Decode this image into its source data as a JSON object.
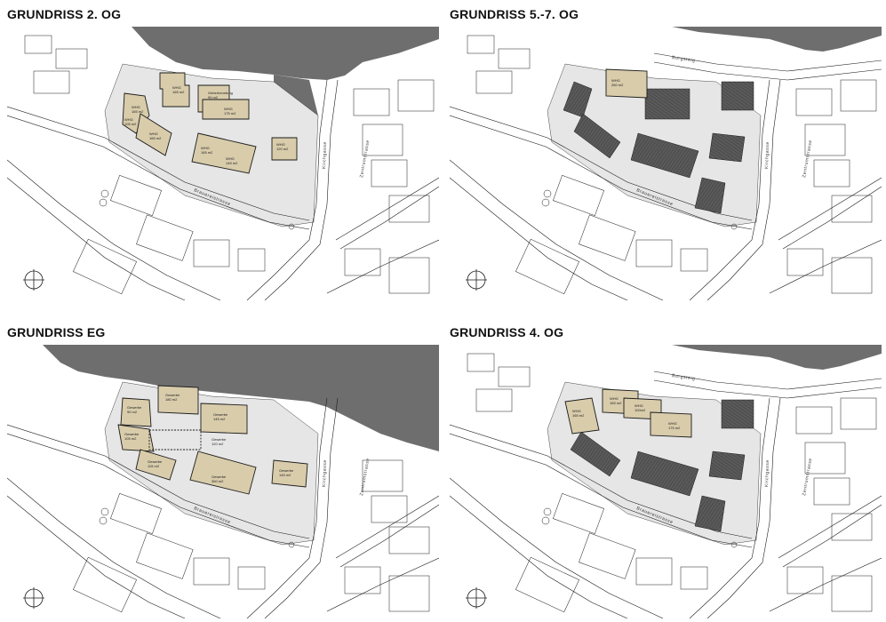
{
  "colors": {
    "terrain_dark": "#6e6e6e",
    "plot_gray": "#e6e6e6",
    "plan_beige": "#d8ccab",
    "roof_dark": "#5a5a5a",
    "line": "#1a1a1a",
    "background": "#ffffff"
  },
  "icons": {
    "north_arrow": "north-arrow-icon"
  },
  "streets": {
    "brauerei": "Brauereistrasse",
    "kirchgasse": "Kirchgasse",
    "zentrum": "Zentrumstrasse",
    "burgstieg": "Burgsteig"
  },
  "panels": {
    "og2": {
      "title": "GRUNDRISS 2. OG",
      "units": [
        {
          "l1": "WHG",
          "l2": "165 m2"
        },
        {
          "l1": "Geberhenntung",
          "l2": "90 m2"
        },
        {
          "l1": "WHG",
          "l2": "165 m2"
        },
        {
          "l1": "WHG",
          "l2": "175 m2"
        },
        {
          "l1": "WHG",
          "l2": "105 m2"
        },
        {
          "l1": "WHG",
          "l2": "165 m2"
        },
        {
          "l1": "WHG",
          "l2": "165 m2"
        },
        {
          "l1": "WHG",
          "l2": "145 m2"
        },
        {
          "l1": "WHG",
          "l2": "120 m2"
        }
      ]
    },
    "og57": {
      "title": "GRUNDRISS 5.-7. OG",
      "units": [
        {
          "l1": "WHG",
          "l2": "260 m2"
        }
      ]
    },
    "eg": {
      "title": "GRUNDRISS EG",
      "units": [
        {
          "l1": "Gewerbe",
          "l2": "90 m2"
        },
        {
          "l1": "Gewerbe",
          "l2": "180 m2"
        },
        {
          "l1": "Gewerbe",
          "l2": "145 m2"
        },
        {
          "l1": "Gewerbe",
          "l2": "105 m2"
        },
        {
          "l1": "Gewerbe",
          "l2": "120 m2"
        },
        {
          "l1": "Gewerbe",
          "l2": "115 m2"
        },
        {
          "l1": "Gewerbe",
          "l2": "360 m2"
        },
        {
          "l1": "Gewerbe",
          "l2": "145 m2"
        }
      ]
    },
    "og4": {
      "title": "GRUNDRISS 4. OG",
      "units": [
        {
          "l1": "WHG",
          "l2": "165 m2"
        },
        {
          "l1": "WHG",
          "l2": "165 m2"
        },
        {
          "l1": "WHG",
          "l2": "100m2"
        },
        {
          "l1": "WHG",
          "l2": "175 m2"
        }
      ]
    }
  }
}
